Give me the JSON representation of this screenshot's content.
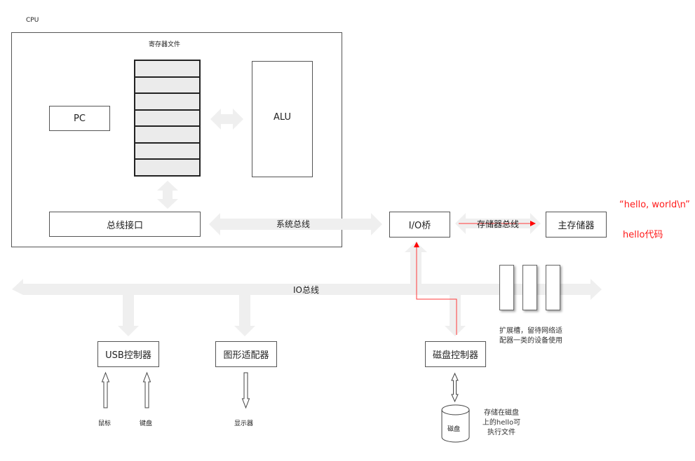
{
  "cpu": {
    "title": "CPU",
    "register_file_label": "寄存器文件",
    "register_count": 7,
    "pc_label": "PC",
    "alu_label": "ALU",
    "bus_interface_label": "总线接口"
  },
  "buses": {
    "system_bus": "系统总线",
    "memory_bus": "存储器总线",
    "io_bus": "IO总线"
  },
  "components": {
    "io_bridge": "I/O桥",
    "main_memory": "主存储器",
    "usb_controller": "USB控制器",
    "graphics_adapter": "图形适配器",
    "disk_controller": "磁盘控制器",
    "disk": "磁盘"
  },
  "peripherals": {
    "mouse": "鼠标",
    "keyboard": "键盘",
    "display": "显示器"
  },
  "annotations": {
    "expansion_slots": [
      "扩展槽，留待网络适",
      "配器一类的设备使用"
    ],
    "disk_note": [
      "存储在磁盘",
      "上的hello可",
      "执行文件"
    ],
    "memory_string": "“hello, world\\n”",
    "memory_code": "hello代码"
  },
  "colors": {
    "bus_fill": "#efefef",
    "highlight": "#ff0000",
    "register_fill": "#ebebeb"
  }
}
